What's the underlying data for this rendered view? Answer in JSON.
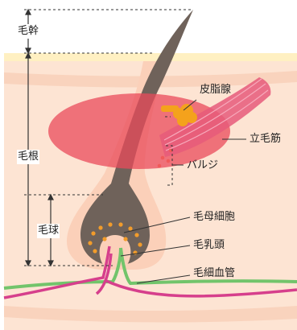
{
  "labels": {
    "hair_shaft": "毛幹",
    "hair_root": "毛根",
    "hair_bulb": "毛球",
    "sebaceous_gland": "皮脂腺",
    "arrector_pili": "立毛筋",
    "bulge": "バルジ",
    "matrix_cells": "毛母細胞",
    "dermal_papilla": "毛乳頭",
    "capillary": "毛細血管"
  },
  "colors": {
    "skin_top": "#fff0c2",
    "skin": "#fde4d3",
    "skin_band": "#f9d3bd",
    "hair": "#6f625a",
    "sheath": "#fbd6c0",
    "sebaceous": "#f4a21c",
    "muscle": "#e65a7a",
    "bulge_area": "#ea4b5b",
    "dots": "#f29c2b",
    "vessel_pink": "#d63f8c",
    "vessel_green": "#72c46b"
  }
}
